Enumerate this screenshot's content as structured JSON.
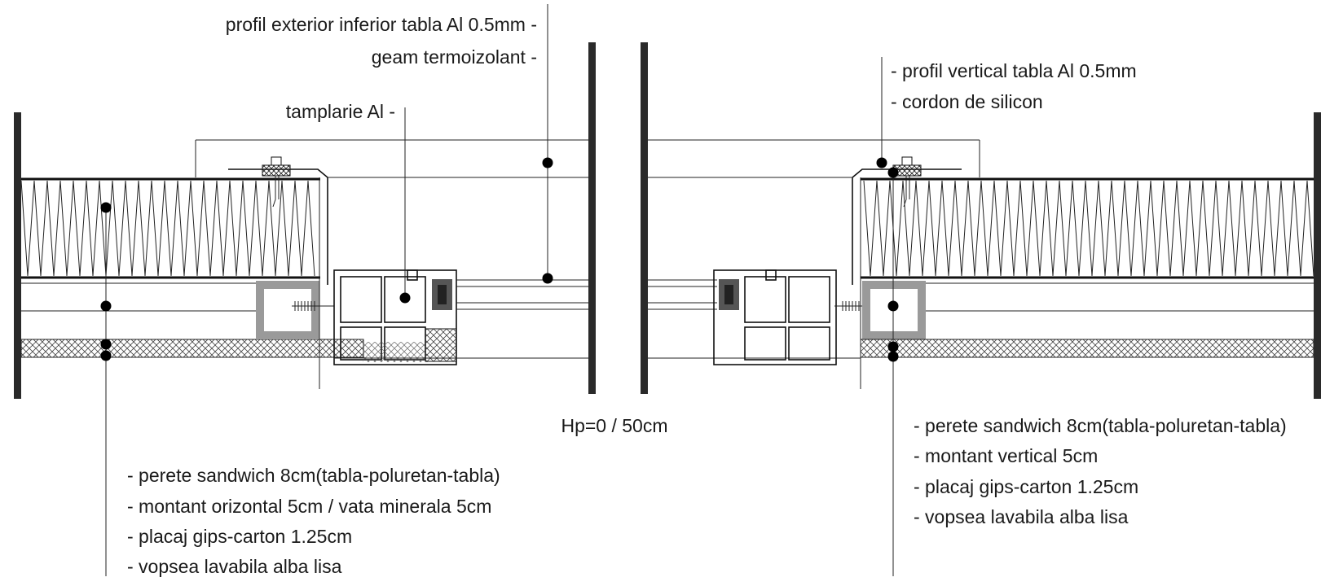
{
  "labels_left_top": {
    "profil_exterior": "profil exterior inferior tabla Al  0.5mm -",
    "geam": "geam termoizolant -",
    "tamplarie": "tamplarie Al -"
  },
  "labels_right_top": {
    "profil_vertical": "- profil vertical tabla Al  0.5mm",
    "cordon": "- cordon de silicon"
  },
  "center_label": "Hp=0 / 50cm",
  "labels_left_bottom": [
    "- perete sandwich 8cm(tabla-poluretan-tabla)",
    "- montant orizontal 5cm / vata minerala 5cm",
    "- placaj gips-carton 1.25cm",
    "- vopsea lavabila alba lisa"
  ],
  "labels_right_bottom": [
    "- perete sandwich 8cm(tabla-poluretan-tabla)",
    "- montant vertical 5cm",
    "- placaj gips-carton 1.25cm",
    "- vopsea lavabila alba lisa"
  ]
}
